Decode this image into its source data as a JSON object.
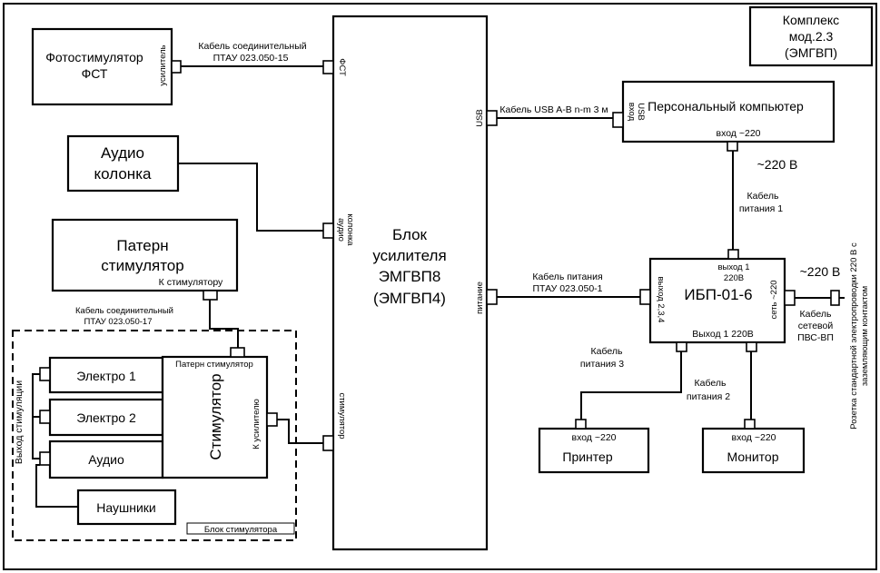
{
  "complex": {
    "line1": "Комплекс",
    "line2": "мод.2.3",
    "line3": "(ЭМГВП)"
  },
  "photostim": {
    "line1": "Фотостимулятор",
    "line2": "ФСТ",
    "port": "усилитель"
  },
  "audio_speaker": {
    "line1": "Аудио",
    "line2": "колонка"
  },
  "pattern_stim": {
    "line1": "Патерн",
    "line2": "стимулятор",
    "port": "К стимулятору"
  },
  "amplifier": {
    "line1": "Блок",
    "line2": "усилителя",
    "line3": "ЭМГВП8",
    "line4": "(ЭМГВП4)",
    "port_fst": "ФСТ",
    "port_audio1": "аудио",
    "port_audio2": "колонка",
    "port_stim": "стимулятор",
    "port_usb": "USB",
    "port_power": "питание"
  },
  "pc": {
    "title": "Персональный компьютер",
    "port_usb1": "вход",
    "port_usb2": "USB",
    "port_in": "вход ~220",
    "voltage": "~220 В"
  },
  "ups": {
    "title": "ИБП-01-6",
    "out1_a": "выход 1",
    "out1_b": "220В",
    "out234": "выход 2,3,4",
    "mains": "сеть ~220",
    "out1_bottom": "Выход 1 220В"
  },
  "printer": {
    "title": "Принтер",
    "port": "вход ~220"
  },
  "monitor": {
    "title": "Монитор",
    "port": "вход ~220"
  },
  "stim_block": {
    "label": "Блок стимулятора",
    "output_label": "Выход стимуляции",
    "electro1": "Электро 1",
    "electro2": "Электро 2",
    "audio": "Аудио",
    "headphones": "Наушники",
    "stimulator": "Стимулятор",
    "pattern_port": "Патерн стимулятор",
    "amp_port": "К усилителю"
  },
  "cables": {
    "fst_a": "Кабель соединительный",
    "fst_b": "ПТАУ 023.050-15",
    "pattern_a": "Кабель соединительный",
    "pattern_b": "ПТАУ 023.050-17",
    "usb": "Кабель USB A-B n-m 3 м",
    "power_amp_a": "Кабель питания",
    "power_amp_b": "ПТАУ 023.050-1",
    "power1_a": "Кабель",
    "power1_b": "питания 1",
    "power2_a": "Кабель",
    "power2_b": "питания 2",
    "power3_a": "Кабель",
    "power3_b": "питания 3",
    "mains_a": "Кабель",
    "mains_b": "сетевой",
    "mains_c": "ПВС-ВП",
    "mains_voltage": "~220 В"
  },
  "outlet_label": {
    "line1": "Розетка стандартной электропроводки 220 В с",
    "line2": "заземляющим контактом"
  }
}
